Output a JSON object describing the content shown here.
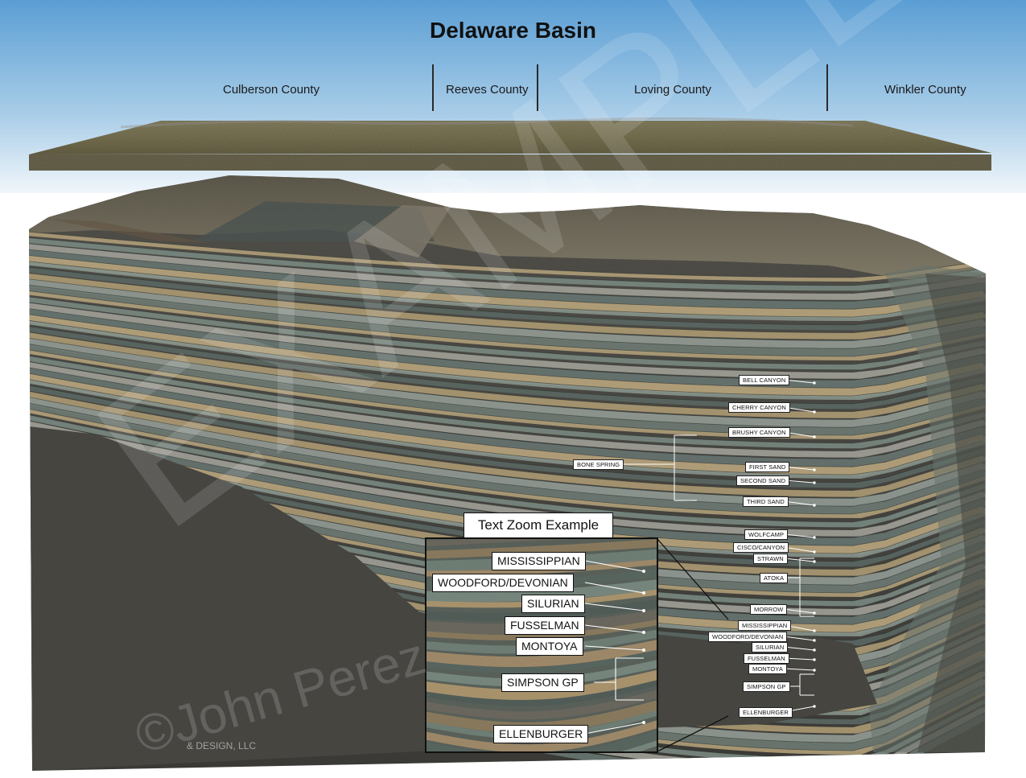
{
  "title": "Delaware Basin",
  "counties": [
    "Culberson County",
    "Reeves County",
    "Loving County",
    "Winkler County"
  ],
  "formations": {
    "bell_canyon": "BELL CANYON",
    "cherry_canyon": "CHERRY CANYON",
    "brushy_canyon": "BRUSHY CANYON",
    "bone_spring": "BONE SPRING",
    "first_sand": "FIRST SAND",
    "second_sand": "SECOND SAND",
    "third_sand": "THIRD SAND",
    "wolfcamp": "WOLFCAMP",
    "cisco_canyon": "CISCO/CANYON",
    "strawn": "STRAWN",
    "atoka": "ATOKA",
    "morrow": "MORROW",
    "mississippian": "MISSISSIPPIAN",
    "woodford_devonian": "WOODFORD/DEVONIAN",
    "silurian": "SILURIAN",
    "fusselman": "FUSSELMAN",
    "montoya": "MONTOYA",
    "simpson_gp": "SIMPSON GP",
    "ellenburger": "ELLENBURGER"
  },
  "zoom": {
    "title": "Text Zoom Example",
    "labels": {
      "mississippian": "MISSISSIPPIAN",
      "woodford_devonian": "WOODFORD/DEVONIAN",
      "silurian": "SILURIAN",
      "fusselman": "FUSSELMAN",
      "montoya": "MONTOYA",
      "simpson_gp": "SIMPSON GP",
      "ellenburger": "ELLENBURGER"
    }
  },
  "watermark": {
    "large": "EXAMPLE",
    "credit": "©John Perez"
  },
  "footer_credit": "& DESIGN, LLC",
  "colors": {
    "sky_top": "#5d9fd3",
    "sky_bottom": "#ffffff",
    "tan_layer": "#b19e78",
    "gray_green_layer": "#7f8f88",
    "dark_rock": "#4b4a45",
    "label_bg": "#ffffff"
  }
}
